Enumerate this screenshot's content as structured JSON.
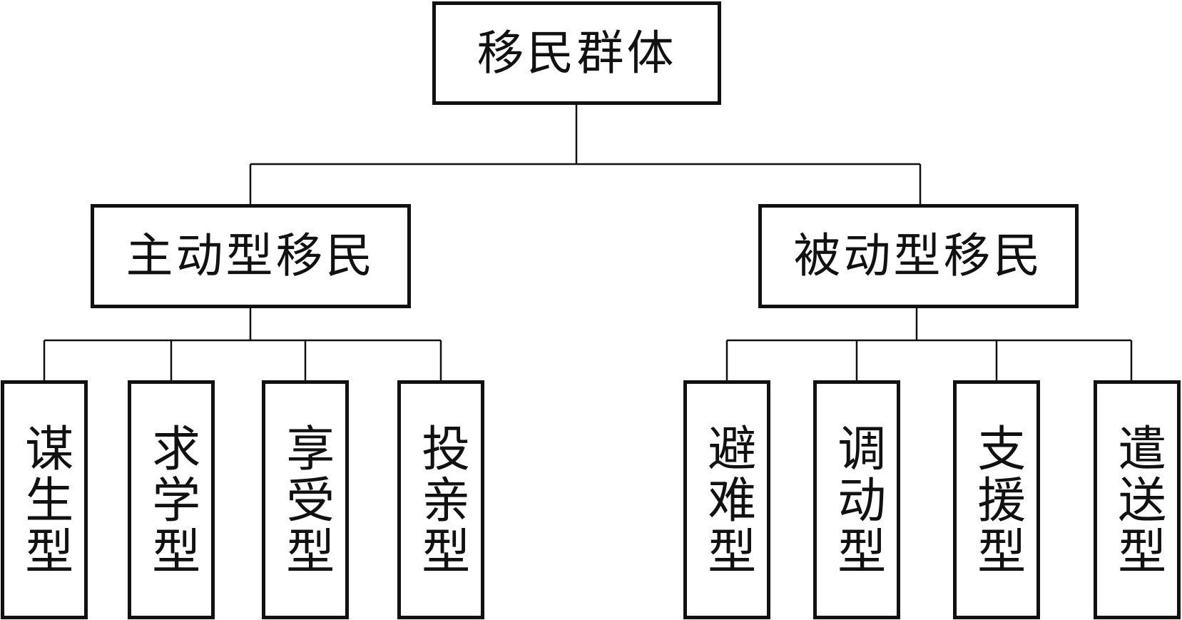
{
  "diagram": {
    "root": {
      "label": "移民群体"
    },
    "branches": [
      {
        "label": "主动型移民",
        "leaves": [
          "谋生型",
          "求学型",
          "享受型",
          "投亲型"
        ]
      },
      {
        "label": "被动型移民",
        "leaves": [
          "避难型",
          "调动型",
          "支援型",
          "遣送型"
        ]
      }
    ],
    "colors": {
      "line": "#111111",
      "background": "#ffffff"
    }
  }
}
